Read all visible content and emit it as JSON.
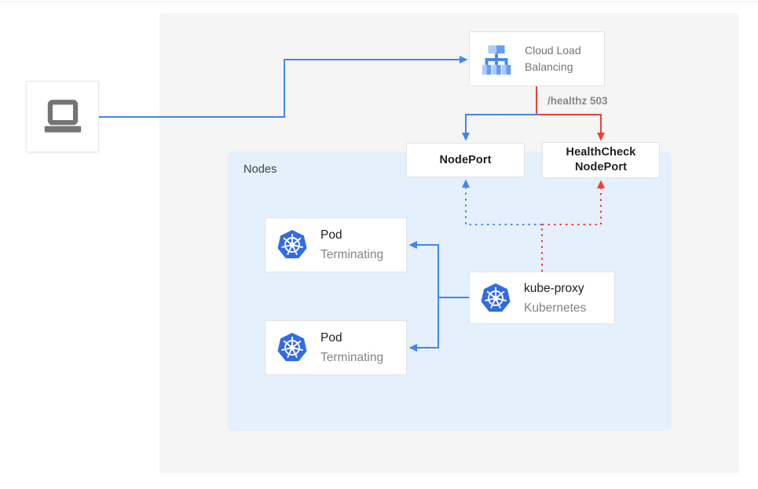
{
  "colors": {
    "blue": "#4285f4",
    "red": "#ea4335",
    "panel-bg": "#f5f5f5",
    "nodes-bg": "#e4f0fc",
    "box-border": "#e2e2e2",
    "text-dark": "#202124",
    "text-gray": "#80868b",
    "label-gray": "#757575",
    "k8s-blue": "#326ce5",
    "icon-gray": "#757575",
    "lb-light": "#aecbfa",
    "lb-mid": "#669df6"
  },
  "icons": {
    "client": "laptop-icon",
    "cloud_load_balancing": "load-balancer-icon",
    "pods_and_proxy": "kubernetes-helm-icon"
  },
  "cloud_load_balancing": {
    "label": [
      "Cloud Load",
      "Balancing"
    ]
  },
  "healthz_label": "/healthz 503",
  "nodeport": {
    "label": "NodePort"
  },
  "healthcheck_nodeport": {
    "label": [
      "HealthCheck",
      "NodePort"
    ]
  },
  "nodes_group": {
    "label": "Nodes"
  },
  "pods": [
    {
      "title": "Pod",
      "subtitle": "Terminating"
    },
    {
      "title": "Pod",
      "subtitle": "Terminating"
    }
  ],
  "kube_proxy": {
    "title": "kube-proxy",
    "subtitle": "Kubernetes"
  }
}
